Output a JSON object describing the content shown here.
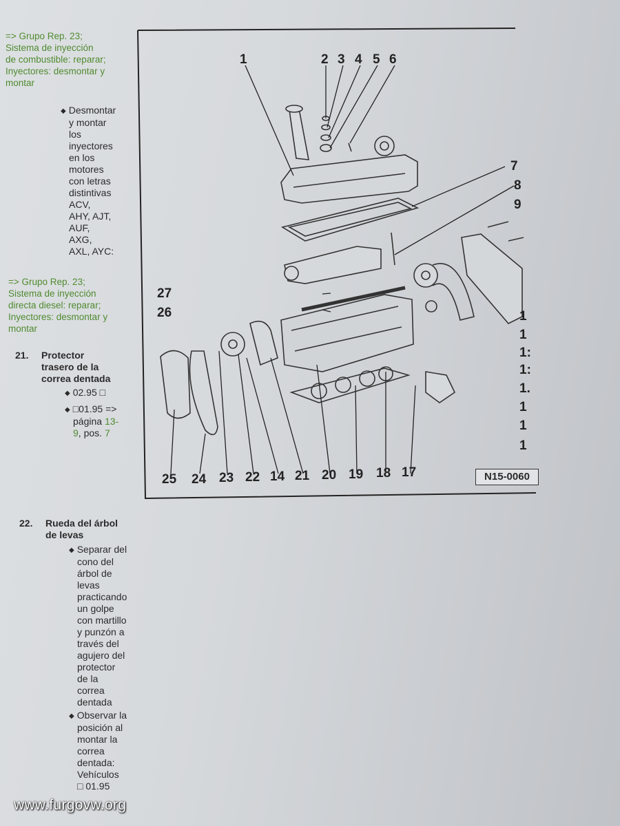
{
  "sidebar_link_1": {
    "lines": [
      "=> Grupo Rep. 23;",
      "Sistema de inyección",
      "de combustible: reparar;",
      "Inyectores: desmontar y",
      "montar"
    ]
  },
  "bullet_1": {
    "lines": [
      "Desmontar",
      "y montar",
      "los",
      "inyectores",
      "en los",
      "motores",
      "con letras",
      "distintivas",
      "ACV,",
      "AHY, AJT,",
      "AUF,",
      "AXG,",
      "AXL, AYC:"
    ]
  },
  "sidebar_link_2": {
    "lines": [
      "=> Grupo Rep. 23;",
      "Sistema de inyección",
      "directa diesel: reparar;",
      "Inyectores: desmontar y",
      "montar"
    ]
  },
  "section_21": {
    "number": "21.",
    "title_lines": [
      "Protector",
      "trasero de la",
      "correa dentada"
    ],
    "bullet_a": "02.95 □",
    "bullet_b_line1": "□01.95 =>",
    "bullet_b_page_prefix": "página ",
    "bullet_b_page_a": "13-",
    "bullet_b_page_b": "9",
    "bullet_b_pos_prefix": ", pos. ",
    "bullet_b_pos": "7"
  },
  "section_22": {
    "number": "22.",
    "title_lines": [
      "Rueda del árbol",
      "de levas"
    ],
    "bullet_a_lines": [
      "Separar del",
      "cono del",
      "árbol de",
      "levas",
      "practicando",
      "un golpe",
      "con martillo",
      "y punzón a",
      "través del",
      "agujero del",
      "protector",
      "de la",
      "correa",
      "dentada"
    ],
    "bullet_b_lines": [
      "Observar la",
      "posición al",
      "montar la",
      "correa",
      "dentada:",
      "Vehículos",
      "□ 01.95"
    ]
  },
  "diagram": {
    "top_callouts": [
      "1",
      "2",
      "3",
      "4",
      "5",
      "6"
    ],
    "right_callouts": [
      "7",
      "8",
      "9",
      "1",
      "1",
      "1:",
      "1:",
      "1.",
      "1",
      "1",
      "1"
    ],
    "left_callouts": [
      "27",
      "26"
    ],
    "bottom_callouts": [
      "25",
      "24",
      "23",
      "22",
      "14",
      "21",
      "20",
      "19",
      "18",
      "17"
    ],
    "reference": "N15-0060"
  },
  "watermark": "www.furgovw.org"
}
